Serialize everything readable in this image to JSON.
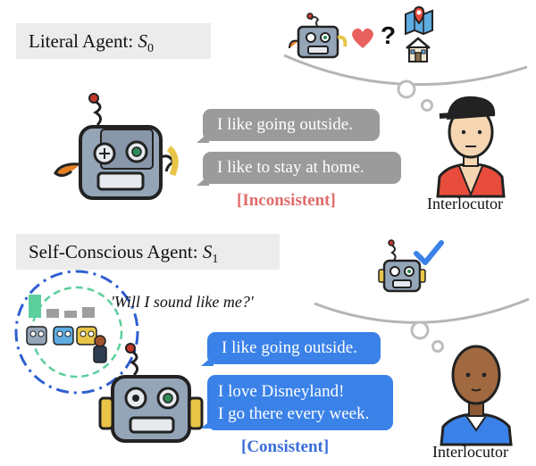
{
  "top": {
    "title_prefix": "Literal Agent: ",
    "title_symbol": "S",
    "title_sub": "0",
    "bubble1": "I like going outside.",
    "bubble2": "I like to stay at home.",
    "verdict": "[Inconsistent]",
    "interlocutor": "Interlocutor",
    "thought_symbols": [
      "?"
    ]
  },
  "bottom": {
    "title_prefix": "Self-Conscious Agent: ",
    "title_symbol": "S",
    "title_sub": "1",
    "quote": "'Will I sound like me?'",
    "bubble1": "I like going outside.",
    "bubble2_line1": "I love Disneyland!",
    "bubble2_line2": "I go there every week.",
    "verdict": "[Consistent]",
    "interlocutor": "Interlocutor"
  },
  "colors": {
    "gray_bubble": "#9b9b9b",
    "blue_bubble": "#3b82e8",
    "inconsistent": "#e06c6c",
    "consistent": "#3b6fd8",
    "heart": "#e8615f",
    "check": "#3b82e8"
  },
  "icons": [
    "robot-icon",
    "heart-icon",
    "map-pin-icon",
    "house-icon",
    "check-icon",
    "person-icon",
    "bar-chart-icon"
  ]
}
